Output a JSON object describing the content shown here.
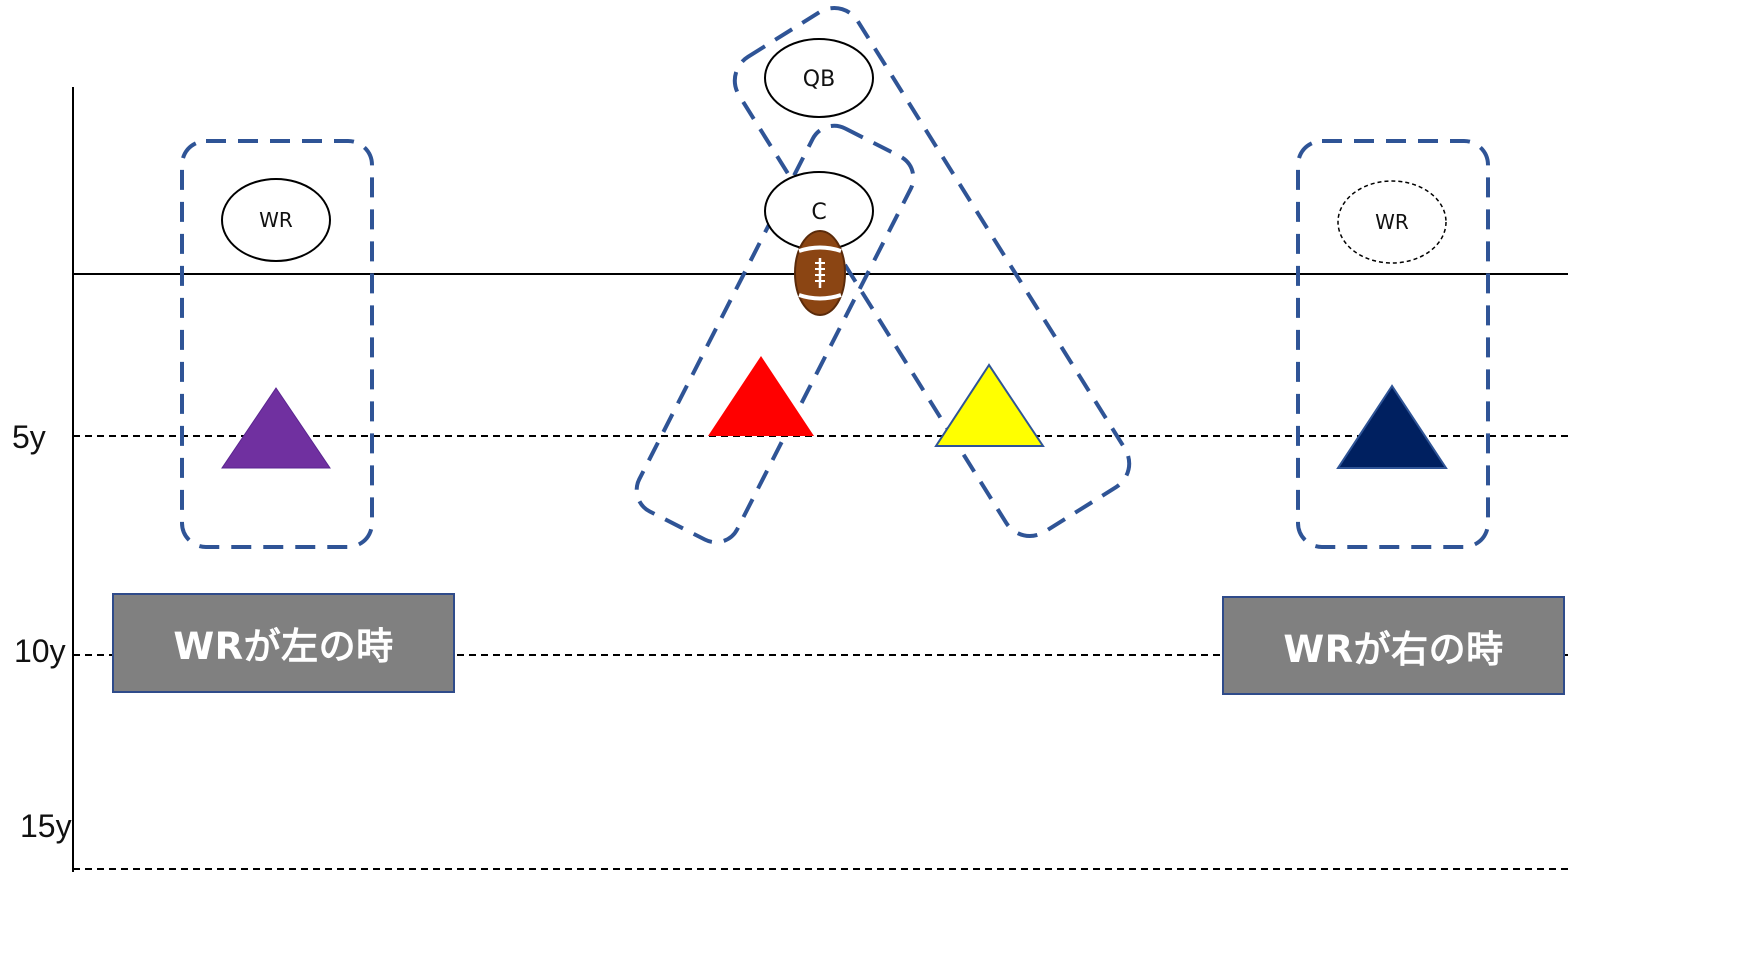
{
  "yard_markers": [
    "5y",
    "10y",
    "15y"
  ],
  "offense": {
    "qb": "QB",
    "center": "C",
    "wr_left": "WR",
    "wr_right": "WR"
  },
  "banners": {
    "left": "WRが左の時",
    "right": "WRが右の時"
  },
  "colors": {
    "zone_outline": "#2f5496",
    "banner_fill": "#808080",
    "defender_left": "#7030a0",
    "defender_center_left": "#ff0000",
    "defender_center_right": "#ffff00",
    "defender_right": "#002060",
    "football": "#8b4513"
  }
}
